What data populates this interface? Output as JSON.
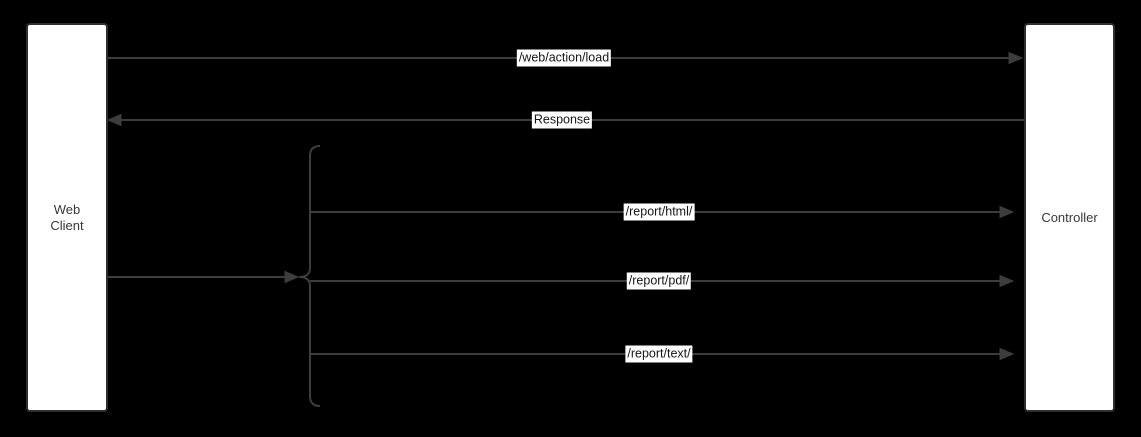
{
  "diagram": {
    "actors": [
      {
        "id": "web-client",
        "label": "Web Client"
      },
      {
        "id": "controller",
        "label": "Controller"
      }
    ],
    "messages": [
      {
        "label": "/web/action/load",
        "from": "Web Client",
        "to": "Controller",
        "direction": "right"
      },
      {
        "label": "Response",
        "from": "Controller",
        "to": "Web Client",
        "direction": "left"
      },
      {
        "label": "/report/html/",
        "from": "Web Client",
        "to": "Controller",
        "direction": "right",
        "group": "brace"
      },
      {
        "label": "/report/pdf/",
        "from": "Web Client",
        "to": "Controller",
        "direction": "right",
        "group": "brace"
      },
      {
        "label": "/report/text/",
        "from": "Web Client",
        "to": "Controller",
        "direction": "right",
        "group": "brace"
      }
    ]
  },
  "colors": {
    "bg": "#000000",
    "line": "#3d3d3d",
    "box_fill": "#ffffff",
    "box_border": "#2f2f2f",
    "box_text": "#383838",
    "label_bg": "#ffffff",
    "label_text": "#161616"
  }
}
